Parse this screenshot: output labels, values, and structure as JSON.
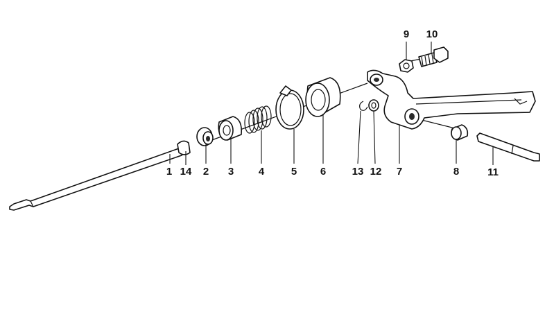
{
  "parts": [
    {
      "id": "shaft",
      "label": "1"
    },
    {
      "id": "washer",
      "label": "2"
    },
    {
      "id": "bush",
      "label": "3"
    },
    {
      "id": "spring",
      "label": "4"
    },
    {
      "id": "clamp",
      "label": "5"
    },
    {
      "id": "boot",
      "label": "6"
    },
    {
      "id": "lever",
      "label": "7"
    },
    {
      "id": "sleeve",
      "label": "8"
    },
    {
      "id": "nut",
      "label": "9"
    },
    {
      "id": "bolt",
      "label": "10"
    },
    {
      "id": "pin",
      "label": "11"
    },
    {
      "id": "small-washer",
      "label": "12"
    },
    {
      "id": "circlip",
      "label": "13"
    },
    {
      "id": "seal-ring",
      "label": "14"
    }
  ]
}
